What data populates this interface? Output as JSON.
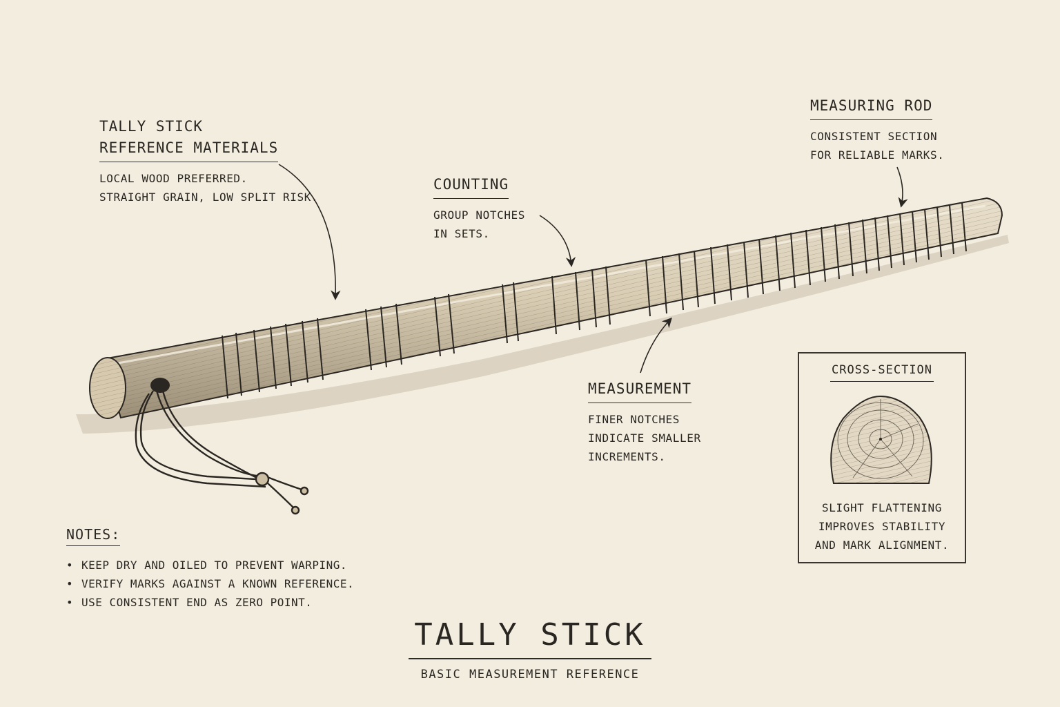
{
  "labels": {
    "materials": {
      "heading_lines": [
        "TALLY STICK",
        "REFERENCE MATERIALS"
      ],
      "body_lines": [
        "LOCAL WOOD PREFERRED.",
        "STRAIGHT GRAIN, LOW SPLIT RISK."
      ]
    },
    "counting": {
      "heading": "COUNTING",
      "body_lines": [
        "GROUP NOTCHES",
        "IN SETS."
      ]
    },
    "measuring_rod": {
      "heading": "MEASURING ROD",
      "body_lines": [
        "CONSISTENT SECTION",
        "FOR RELIABLE MARKS."
      ]
    },
    "measurement": {
      "heading": "MEASUREMENT",
      "body_lines": [
        "FINER NOTCHES",
        "INDICATE SMALLER",
        "INCREMENTS."
      ]
    }
  },
  "cross_section": {
    "title": "CROSS-SECTION",
    "caption_lines": [
      "SLIGHT FLATTENING",
      "IMPROVES STABILITY",
      "AND MARK ALIGNMENT."
    ]
  },
  "notes": {
    "heading": "NOTES:",
    "items": [
      "KEEP DRY AND OILED TO PREVENT WARPING.",
      "VERIFY MARKS AGAINST A KNOWN REFERENCE.",
      "USE CONSISTENT END AS ZERO POINT."
    ]
  },
  "title": {
    "main": "TALLY STICK",
    "subtitle": "BASIC MEASUREMENT REFERENCE"
  },
  "colors": {
    "paper": "#f3ede0",
    "ink": "#2a2621"
  }
}
